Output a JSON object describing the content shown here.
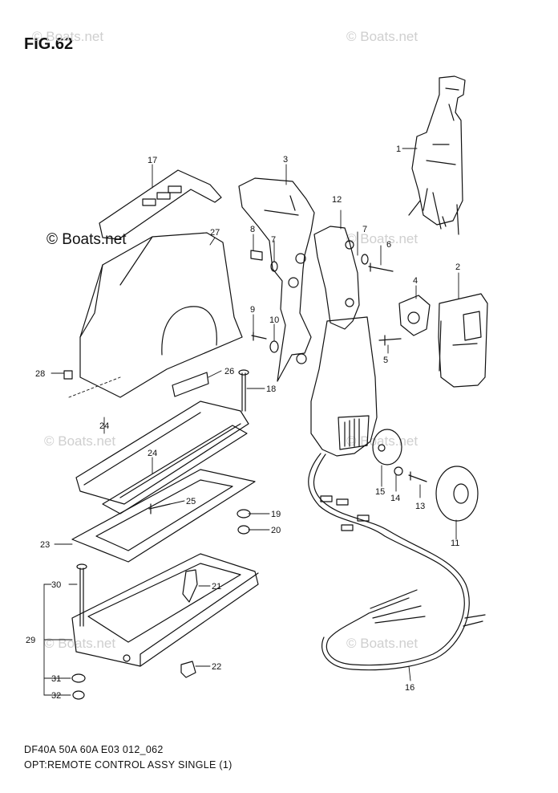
{
  "figure_title": "FIG.62",
  "watermark_text": "© Boats.net",
  "brand_mark": "© Boats.net",
  "footer": {
    "line1": "DF40A 50A 60A E03 012_062",
    "line2": "OPT:REMOTE CONTROL ASSY SINGLE (1)"
  },
  "callouts": [
    "1",
    "2",
    "3",
    "4",
    "5",
    "6",
    "7",
    "7",
    "8",
    "9",
    "10",
    "11",
    "12",
    "13",
    "14",
    "15",
    "16",
    "17",
    "18",
    "19",
    "20",
    "21",
    "22",
    "23",
    "24",
    "24",
    "25",
    "26",
    "27",
    "28",
    "29",
    "30",
    "31",
    "32"
  ]
}
